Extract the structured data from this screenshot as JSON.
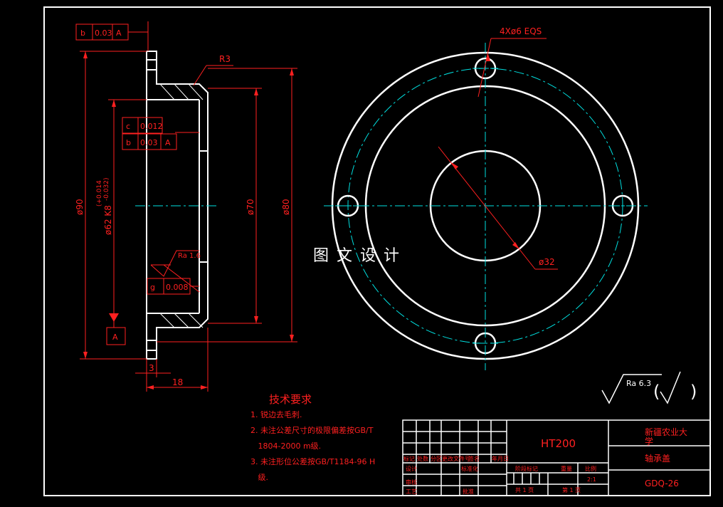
{
  "colors": {
    "background": "#000000",
    "outline": "#ffffff",
    "dimension": "#ff2020",
    "centerline": "#00e0e0",
    "notes": "#ff2020"
  },
  "gdt": {
    "top_frame": [
      "b",
      "0.03",
      "A"
    ],
    "frame_c": [
      "c",
      "0.012"
    ],
    "frame_b": [
      "b",
      "0.03",
      "A"
    ],
    "frame_g": [
      "g",
      "0.008"
    ],
    "datum": "A"
  },
  "dims": {
    "r3": "R3",
    "d90": "ø90",
    "d62": "ø62 K8",
    "tol_upper": "(+0.014",
    "tol_lower": "-0.032)",
    "d70": "ø70",
    "d80": "ø80",
    "t3": "3",
    "t18": "18",
    "ra_side": "Ra 1.6",
    "holes": "4Xø6 EQS",
    "d32": "ø32",
    "ra_general": "Ra 6.3",
    "ra_paren_open": "(",
    "ra_paren_close": ")"
  },
  "watermark": "图 文 设 计",
  "notes": {
    "title": "技术要求",
    "lines": [
      "1. 锐边去毛刺.",
      "2. 未注公差尺寸的极限偏差按GB/T",
      "   1804-2000 m级.",
      "3. 未注形位公差按GB/T1184-96 H",
      "   级."
    ]
  },
  "title_block": {
    "material": "HT200",
    "school_line1": "新疆农业大",
    "school_line2": "学",
    "part_name": "轴承盖",
    "drawing_no": "GDQ-26",
    "h_marks": "标记",
    "h_count": "处数",
    "h_zone": "分区",
    "h_docno": "更改文件号",
    "h_sign": "签名",
    "h_date": "年月日",
    "r_design": "设计",
    "r_std": "标准化",
    "r_check": "审核",
    "r_process": "工艺",
    "r_approve": "批准",
    "stage": "阶段标记",
    "weight": "重量",
    "scale": "比例",
    "scale_val": "2:1",
    "sheets_total": "共 1 页",
    "sheet_no": "第 1 页"
  }
}
